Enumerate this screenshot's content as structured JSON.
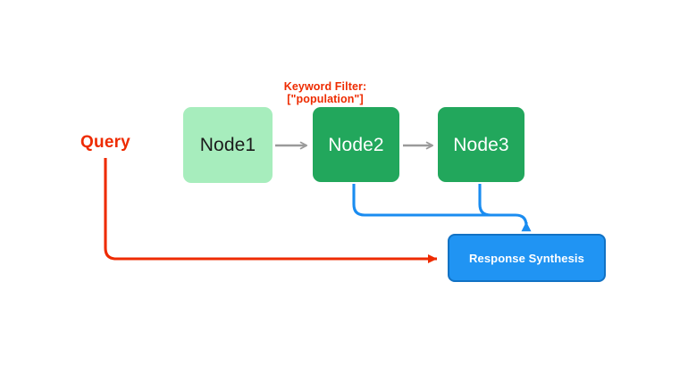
{
  "diagram": {
    "title_label": "Keyword Filter: [\"population\"]",
    "query_label": "Query",
    "nodes": [
      {
        "id": "node1",
        "label": "Node1",
        "fill": "#A7EDBD",
        "text_color": "#1b1b1b"
      },
      {
        "id": "node2",
        "label": "Node2",
        "fill": "#22A75C",
        "text_color": "#ffffff"
      },
      {
        "id": "node3",
        "label": "Node3",
        "fill": "#22A75C",
        "text_color": "#ffffff"
      }
    ],
    "response": {
      "label": "Response Synthesis",
      "fill": "#2094F3",
      "border": "#1272C4",
      "text_color": "#ffffff"
    },
    "colors": {
      "query_red": "#EE2B00",
      "flow_blue": "#1A8CF0",
      "node_arrow_gray": "#9A9A9A",
      "background": "#ffffff"
    }
  }
}
